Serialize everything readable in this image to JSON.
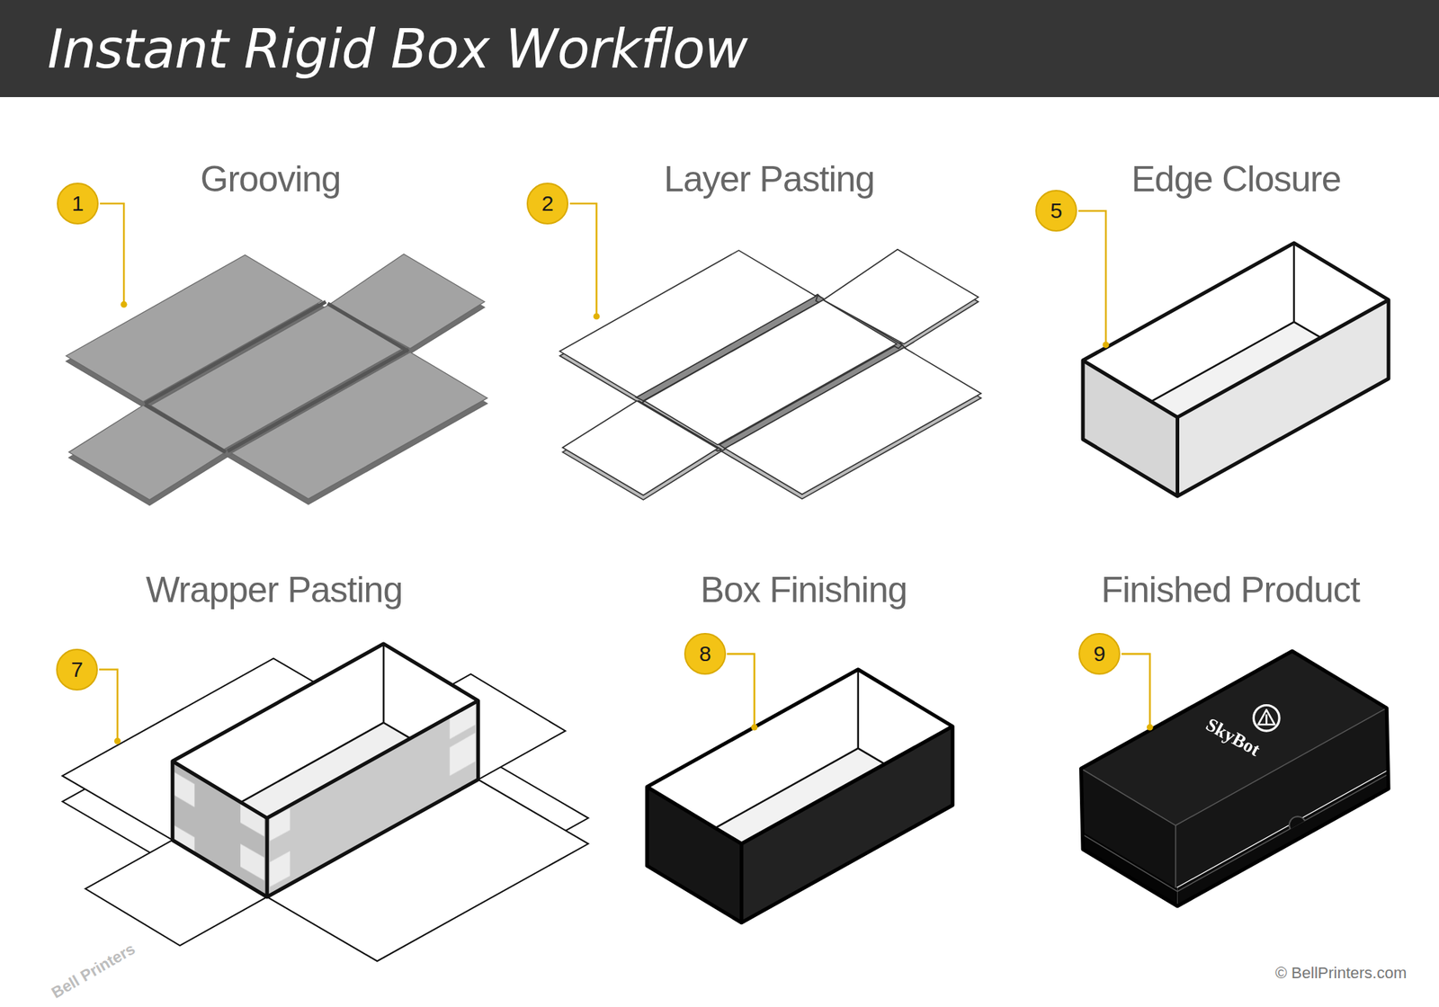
{
  "diagram": {
    "title": "Instant Rigid Box Workflow",
    "caption": "© BellPrinters.com",
    "nodes": [
      {
        "text": [
          "1"
        ]
      },
      {
        "text": [
          "2"
        ]
      },
      {
        "text": [
          "5"
        ]
      },
      {
        "text": [
          "7"
        ]
      },
      {
        "text": [
          "8"
        ]
      },
      {
        "text": [
          "9"
        ]
      }
    ],
    "labels": [
      "Grooving",
      "Layer Pasting",
      "Edge Closure",
      "Wrapper Pasting",
      "Box Finishing",
      "Finished Product",
      "SkyBot",
      "Bell Printers"
    ]
  }
}
